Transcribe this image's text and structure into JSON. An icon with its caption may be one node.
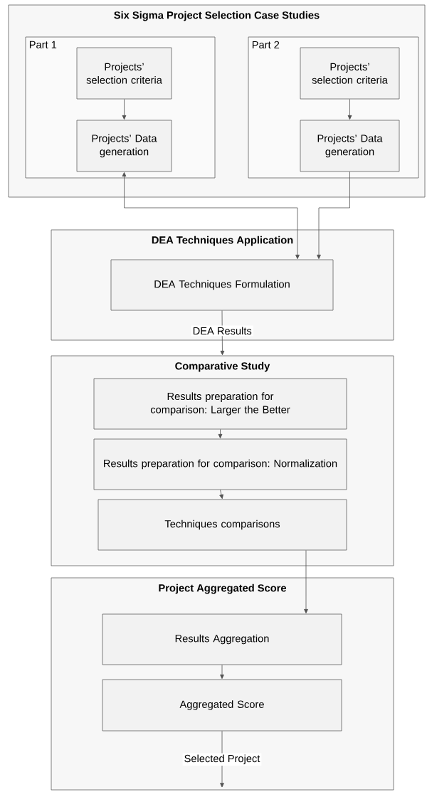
{
  "diagram": {
    "nodes": [
      {
        "text": [
          "Six Sigma Project Selection Case Studies"
        ]
      },
      {
        "text": [
          "Part 1"
        ],
        "in": 0
      },
      {
        "text": [
          "Projects’ selection criteria"
        ],
        "in": 1
      },
      {
        "text": [
          "Projects’ Data generation"
        ],
        "in": 1
      },
      {
        "text": [
          "Part 2"
        ],
        "in": 0
      },
      {
        "text": [
          "Projects’ selection criteria"
        ],
        "in": 4
      },
      {
        "text": [
          "Projects’ Data generation"
        ],
        "in": 4
      },
      {
        "text": [
          "DEA Techniques Application"
        ]
      },
      {
        "text": [
          "DEA Techniques Formulation"
        ],
        "in": 7
      },
      {
        "text": [
          "Comparative Study"
        ]
      },
      {
        "text": [
          "Results preparation for comparison: Larger the Better"
        ],
        "in": 9
      },
      {
        "text": [
          "Results preparation for comparison: Normalization"
        ],
        "in": 9
      },
      {
        "text": [
          "Techniques comparisons"
        ],
        "in": 9
      },
      {
        "text": [
          "Project Aggregated Score"
        ]
      },
      {
        "text": [
          "Results Aggregation"
        ],
        "in": 13
      },
      {
        "text": [
          "Aggregated Score"
        ],
        "in": 13
      }
    ],
    "edges": [
      {
        "from": 2,
        "to": 3,
        "arrow": "to"
      },
      {
        "from": 5,
        "to": 6,
        "arrow": "to"
      },
      {
        "from": 3,
        "to": 8,
        "arrow": "both"
      },
      {
        "from": 6,
        "to": 8,
        "arrow": "to"
      },
      {
        "from": 8,
        "to": 9,
        "arrow": "to",
        "label": "DEA Results"
      },
      {
        "from": 10,
        "to": 11,
        "arrow": "to"
      },
      {
        "from": 11,
        "to": 12,
        "arrow": "to"
      },
      {
        "from": 12,
        "to": 14,
        "arrow": "to"
      },
      {
        "from": 14,
        "to": 15,
        "arrow": "to"
      },
      {
        "from": 15,
        "to": null,
        "arrow": "to",
        "label": "Selected Project"
      }
    ]
  }
}
